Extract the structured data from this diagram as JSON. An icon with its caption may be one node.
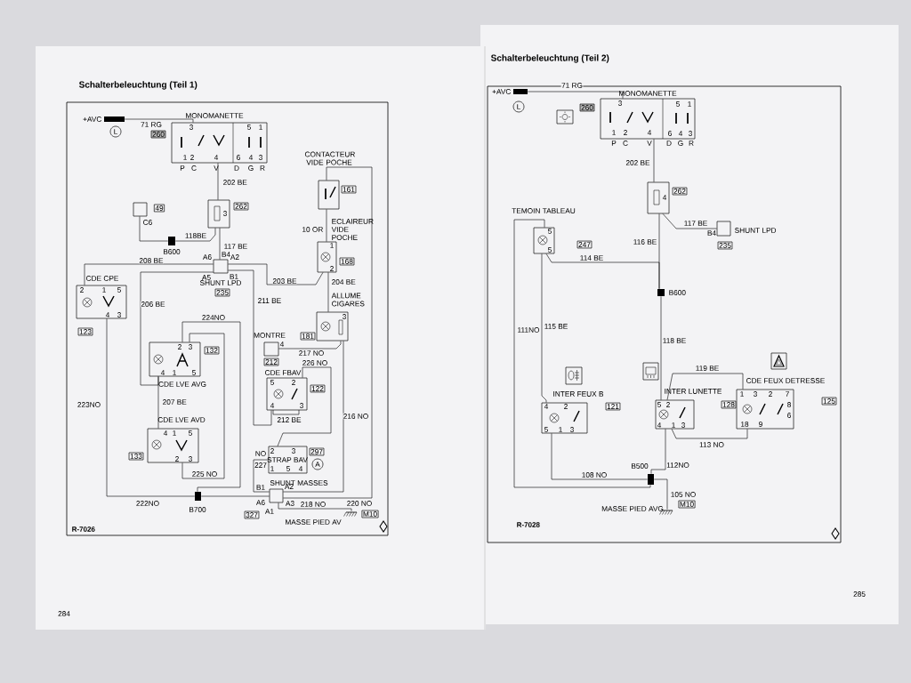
{
  "diagram": {
    "nodes": [
      {
        "text": [],
        "shape": "bar",
        "beside": [
          "+AVC"
        ]
      },
      {
        "text": [
          "L"
        ]
      },
      {
        "text": [
          "MONOMANETTE",
          "3",
          "1",
          "2",
          "4",
          "5",
          "1",
          "6",
          "4",
          "3",
          "P",
          "C",
          "V",
          "D",
          "G",
          "R"
        ],
        "beside": [
          "260"
        ]
      },
      {
        "text": [
          "3"
        ],
        "beside": [
          "262"
        ]
      },
      {
        "text": [],
        "shape": "box",
        "beside": [
          "49",
          "C6"
        ]
      },
      {
        "text": [],
        "shape": "bar",
        "beside": [
          "B600"
        ]
      },
      {
        "text": [
          "A6",
          "B4",
          "A2",
          "A5",
          "B1",
          "SHUNT LPD"
        ],
        "beside": [
          "235"
        ]
      },
      {
        "text": [
          "CONTACTEUR VIDE POCHE"
        ],
        "beside": [
          "161"
        ]
      },
      {
        "text": [
          "ECLAIREUR VIDE POCHE",
          "1",
          "2"
        ],
        "beside": [
          "168"
        ]
      },
      {
        "text": [
          "ALLUME CIGARES",
          "3"
        ],
        "beside": [
          "181"
        ]
      },
      {
        "text": [
          "MONTRE",
          "4"
        ],
        "beside": [
          "212"
        ]
      },
      {
        "text": [
          "CDE FBAV",
          "5",
          "2",
          "4",
          "3"
        ],
        "beside": [
          "122"
        ]
      },
      {
        "text": [
          "CDE CPE",
          "2",
          "1",
          "5",
          "4",
          "3"
        ],
        "beside": [
          "123"
        ]
      },
      {
        "text": [
          "CDE LVE AVG",
          "2",
          "3",
          "4",
          "1",
          "5"
        ],
        "beside": [
          "132"
        ]
      },
      {
        "text": [
          "CDE LVE AVD",
          "4",
          "1",
          "5",
          "2",
          "3"
        ],
        "beside": [
          "133"
        ]
      },
      {
        "text": [
          "2",
          "3",
          "STRAP BAV",
          "1",
          "5",
          "4"
        ],
        "beside": [
          "297"
        ]
      },
      {
        "text": [
          "A"
        ]
      },
      {
        "text": [
          "SHUNT MASSES",
          "B1",
          "A2",
          "A6",
          "A1",
          "A3"
        ],
        "beside": [
          "327"
        ]
      },
      {
        "text": [],
        "shape": "bar",
        "beside": [
          "B700"
        ]
      },
      {
        "text": [],
        "shape": "ground",
        "beside": [
          "M10"
        ]
      },
      {
        "text": [],
        "shape": "bar",
        "beside": [
          "+AVC"
        ]
      },
      {
        "text": [
          "L"
        ]
      },
      {
        "text": [
          "MONOMANETTE",
          "3",
          "1",
          "2",
          "4",
          "5",
          "1",
          "6",
          "4",
          "3",
          "P",
          "C",
          "V",
          "D",
          "G",
          "R"
        ],
        "beside": [
          "260"
        ]
      },
      {
        "text": [
          "4"
        ],
        "beside": [
          "262"
        ]
      },
      {
        "text": [
          "B4",
          "SHUNT LPD"
        ],
        "beside": [
          "235"
        ]
      },
      {
        "text": [
          "TEMOIN TABLEAU",
          "5",
          "5"
        ],
        "beside": [
          "247"
        ]
      },
      {
        "text": [],
        "shape": "bar",
        "beside": [
          "B600"
        ]
      },
      {
        "text": [
          "INTER FEUX B",
          "4",
          "2",
          "5",
          "1",
          "3"
        ],
        "beside": [
          "121"
        ]
      },
      {
        "text": [
          "INTER LUNETTE",
          "5",
          "2",
          "4",
          "1",
          "3"
        ],
        "beside": [
          "128"
        ]
      },
      {
        "text": [
          "CDE FEUX DETRESSE",
          "1",
          "3",
          "2",
          "7",
          "8",
          "6",
          "18",
          "9"
        ],
        "beside": [
          "125"
        ]
      },
      {
        "text": [],
        "shape": "bar",
        "beside": [
          "B500"
        ]
      },
      {
        "text": [],
        "shape": "ground",
        "beside": [
          "MASSE PIED AVG",
          "M10"
        ]
      }
    ],
    "edges": [
      {
        "from": 0,
        "to": 2,
        "arrow": "none",
        "label": "71 RG"
      },
      {
        "from": 2,
        "to": 3,
        "arrow": "none",
        "label": "202 BE"
      },
      {
        "from": 3,
        "to": 5,
        "arrow": "none",
        "label": "118BE"
      },
      {
        "from": 5,
        "to": 4,
        "arrow": "none"
      },
      {
        "from": 3,
        "to": 6,
        "arrow": "none",
        "label": "117 BE"
      },
      {
        "from": 6,
        "to": 12,
        "arrow": "none",
        "label": "208 BE"
      },
      {
        "from": 6,
        "to": 8,
        "arrow": "none",
        "label": "203 BE"
      },
      {
        "from": 6,
        "to": 13,
        "arrow": "none",
        "label": "206 BE"
      },
      {
        "from": 6,
        "to": 11,
        "arrow": "none",
        "label": "211 BE"
      },
      {
        "from": 7,
        "to": 8,
        "arrow": "none",
        "label": "10 OR"
      },
      {
        "from": 8,
        "to": 9,
        "arrow": "none",
        "label": "204 BE"
      },
      {
        "from": 9,
        "to": 10,
        "arrow": "none",
        "label": "217 NO"
      },
      {
        "from": 11,
        "to": 15,
        "arrow": "none",
        "label": "226 NO"
      },
      {
        "from": 13,
        "to": 14,
        "arrow": "none",
        "label": "207 BE"
      },
      {
        "from": 13,
        "to": 18,
        "arrow": "none",
        "label": "224NO"
      },
      {
        "from": 13,
        "to": 14,
        "arrow": "none",
        "label": "225 NO"
      },
      {
        "from": 12,
        "to": 18,
        "arrow": "none",
        "label": "223NO"
      },
      {
        "from": 18,
        "to": 17,
        "arrow": "none"
      },
      {
        "from": 9,
        "to": 17,
        "arrow": "none",
        "label": "216 NO"
      },
      {
        "from": 7,
        "to": 17,
        "arrow": "none",
        "label": "220 NO"
      },
      {
        "from": 17,
        "to": 19,
        "arrow": "none",
        "label": "218 NO"
      },
      {
        "from": 15,
        "to": 17,
        "arrow": "none"
      },
      {
        "from": 20,
        "to": 22,
        "arrow": "none",
        "label": "71 RG"
      },
      {
        "from": 22,
        "to": 23,
        "arrow": "none",
        "label": "202 BE"
      },
      {
        "from": 23,
        "to": 24,
        "arrow": "none",
        "label": "117 BE"
      },
      {
        "from": 23,
        "to": 26,
        "arrow": "none",
        "label": "116 BE"
      },
      {
        "from": 25,
        "to": 26,
        "arrow": "none",
        "label": "114 BE"
      },
      {
        "from": 26,
        "to": 28,
        "arrow": "none",
        "label": "118 BE"
      },
      {
        "from": 28,
        "to": 29,
        "arrow": "none",
        "label": "119 BE"
      },
      {
        "from": 25,
        "to": 27,
        "arrow": "none",
        "label": "115 BE"
      },
      {
        "from": 25,
        "to": 30,
        "arrow": "none",
        "label": "111NO"
      },
      {
        "from": 27,
        "to": 30,
        "arrow": "none",
        "label": "108 NO"
      },
      {
        "from": 28,
        "to": 30,
        "arrow": "none",
        "label": "112NO"
      },
      {
        "from": 28,
        "to": 29,
        "arrow": "none",
        "label": "113 NO"
      },
      {
        "from": 30,
        "to": 31,
        "arrow": "none",
        "label": "105 NO"
      }
    ],
    "labels": [
      "Schalterbeleuchtung (Teil 1)",
      "222NO",
      "NO",
      "227",
      "212 BE",
      "MASSE PIED AV",
      "R-7026",
      "284",
      "Schalterbeleuchtung (Teil 2)",
      "R-7028",
      "285"
    ]
  }
}
